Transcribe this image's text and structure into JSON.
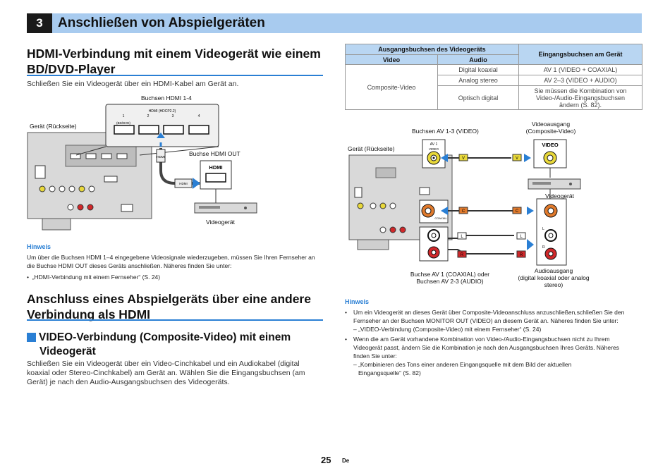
{
  "header": {
    "chapter_number": "3",
    "chapter_title": "Anschließen von Abspielgeräten"
  },
  "hdmi_section": {
    "heading": [
      "HDMI-Verbindung mit einem Videogerät wie einem",
      "BD/DVD-Player"
    ],
    "intro": "Schließen Sie ein Videogerät über ein HDMI-Kabel am Gerät an.",
    "diagram": {
      "label_device_rear": "Gerät (Rückseite)",
      "label_hdmi_inputs": "Buchsen HDMI 1-4",
      "label_hdmi_out": "Buchse HDMI OUT",
      "label_video_device": "Videogerät",
      "panel_title": "HDMI (HDCP2.2)",
      "panel_numbers": [
        "1",
        "2",
        "3",
        "4"
      ],
      "panel_sub": "(BD/DVD)",
      "plug_text": "HDMI",
      "out_jack_text": "HDMI"
    },
    "hinweis_title": "Hinweis",
    "hinweis_text": [
      "Um über die Buchsen HDMI 1–4 eingegebene Videosignale wiederzugeben, müssen Sie Ihren Fernseher an",
      "die Buchse HDMI OUT dieses Geräts anschließen. Näheres finden Sie unter:"
    ],
    "hinweis_bullet": "„HDMI-Verbindung mit einem Fernseher“ (S. 24)"
  },
  "other_section": {
    "heading": [
      "Anschluss eines Abspielgeräts über eine andere",
      "Verbindung als HDMI"
    ],
    "sub_heading": [
      "VIDEO-Verbindung (Composite-Video) mit einem",
      "Videogerät"
    ],
    "intro": [
      "Schließen Sie ein Videogerät über ein Video-Cinchkabel und ein Audiokabel (digital",
      "koaxial oder Stereo-Cinchkabel) am Gerät an. Wählen Sie die Eingangsbuchsen (am",
      "Gerät) je nach den Audio-Ausgangsbuchsen des Videogeräts."
    ]
  },
  "table": {
    "header_left": "Ausgangsbuchsen des Videogeräts",
    "header_right": "Eingangsbuchsen am Gerät",
    "sub_video": "Video",
    "sub_audio": "Audio",
    "video_cell": "Composite-Video",
    "rows": [
      {
        "audio": "Digital koaxial",
        "input": [
          "AV 1 (VIDEO + COAXIAL)"
        ]
      },
      {
        "audio": "Analog stereo",
        "input": [
          "AV 2–3 (VIDEO + AUDIO)"
        ]
      },
      {
        "audio": "Optisch digital",
        "input": [
          "Sie müssen die Kombination von",
          "Video-/Audio-Eingangsbuchsen",
          "ändern (S. 82)."
        ]
      }
    ]
  },
  "composite_diagram": {
    "label_av_video": "Buchsen AV 1-3 (VIDEO)",
    "label_video_out": [
      "Videoausgang",
      "(Composite-Video)"
    ],
    "label_device_rear": "Gerät (Rückseite)",
    "label_video_device": "Videogerät",
    "label_av_coax": [
      "Buchse AV 1 (COAXIAL) oder",
      "Buchsen AV 2-3 (AUDIO)"
    ],
    "label_audio_out": [
      "Audioausgang",
      "(digital koaxial oder analog",
      "stereo)"
    ],
    "jack_av1": "AV 1",
    "jack_video": "VIDEO",
    "video_box_text": "VIDEO",
    "coaxial_text": "COAXIAL",
    "plug_v": "V",
    "plug_c": "C",
    "plug_l": "L",
    "plug_r": "R"
  },
  "right_hinweis": {
    "title": "Hinweis",
    "b1": [
      "Um ein Videogerät an dieses Gerät über Composite-Videoanschluss anzuschließen,schließen Sie den",
      "Fernseher an der Buchsen MONITOR OUT (VIDEO) an diesem Gerät an. Näheres finden Sie unter:"
    ],
    "b1_ref": "– „VIDEO-Verbindung (Composite-Video) mit einem Fernseher“ (S. 24)",
    "b2": [
      "Wenn die am Gerät vorhandene Kombination von Video-/Audio-Eingangsbuchsen nicht zu Ihrem",
      "Videogerät passt, ändern Sie die Kombination je nach den Ausgangsbuchsen Ihres Geräts. Näheres",
      "finden Sie unter:"
    ],
    "b2_ref": [
      "– „Kombinieren des Tons einer anderen Eingangsquelle mit dem Bild der aktuellen",
      "Eingangsquelle“ (S. 82)"
    ]
  },
  "footer": {
    "page_number": "25",
    "language": "De"
  },
  "colors": {
    "accent": "#2a7fd4",
    "header_bar": "#a8cbef",
    "plug_yellow": "#e8d83a",
    "plug_orange": "#e07a2c",
    "plug_red": "#d0282a"
  }
}
